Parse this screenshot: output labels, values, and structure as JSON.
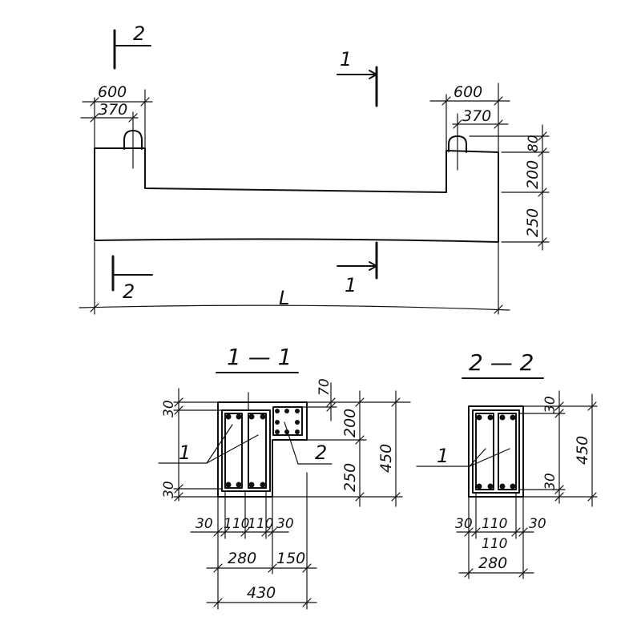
{
  "elevation": {
    "section_mark_2": "2",
    "section_mark_1": "1",
    "left_outer_width": "600",
    "left_inner_width": "370",
    "right_outer_width": "600",
    "right_inner_width": "370",
    "dim_80": "80",
    "dim_200": "200",
    "dim_250": "250",
    "length_label": "L"
  },
  "section_1_1": {
    "title": "1 — 1",
    "dim_30_top": "30",
    "dim_30_bottom": "30",
    "dim_70": "70",
    "dim_200": "200",
    "dim_250": "250",
    "dim_450": "450",
    "callout_1": "1",
    "callout_2": "2",
    "bottom_dim_30a": "30",
    "bottom_dim_110a": "110",
    "bottom_dim_110b": "110",
    "bottom_dim_30b": "30",
    "bottom_dim_280": "280",
    "bottom_dim_150": "150",
    "bottom_dim_430": "430"
  },
  "section_2_2": {
    "title": "2 — 2",
    "dim_30_top": "30",
    "dim_30_bottom": "30",
    "dim_450": "450",
    "callout_1": "1",
    "bottom_dim_30a": "30",
    "bottom_dim_110": "110",
    "bottom_dim_30b": "30",
    "bottom_dim_110_lower": "110",
    "bottom_dim_280": "280"
  }
}
